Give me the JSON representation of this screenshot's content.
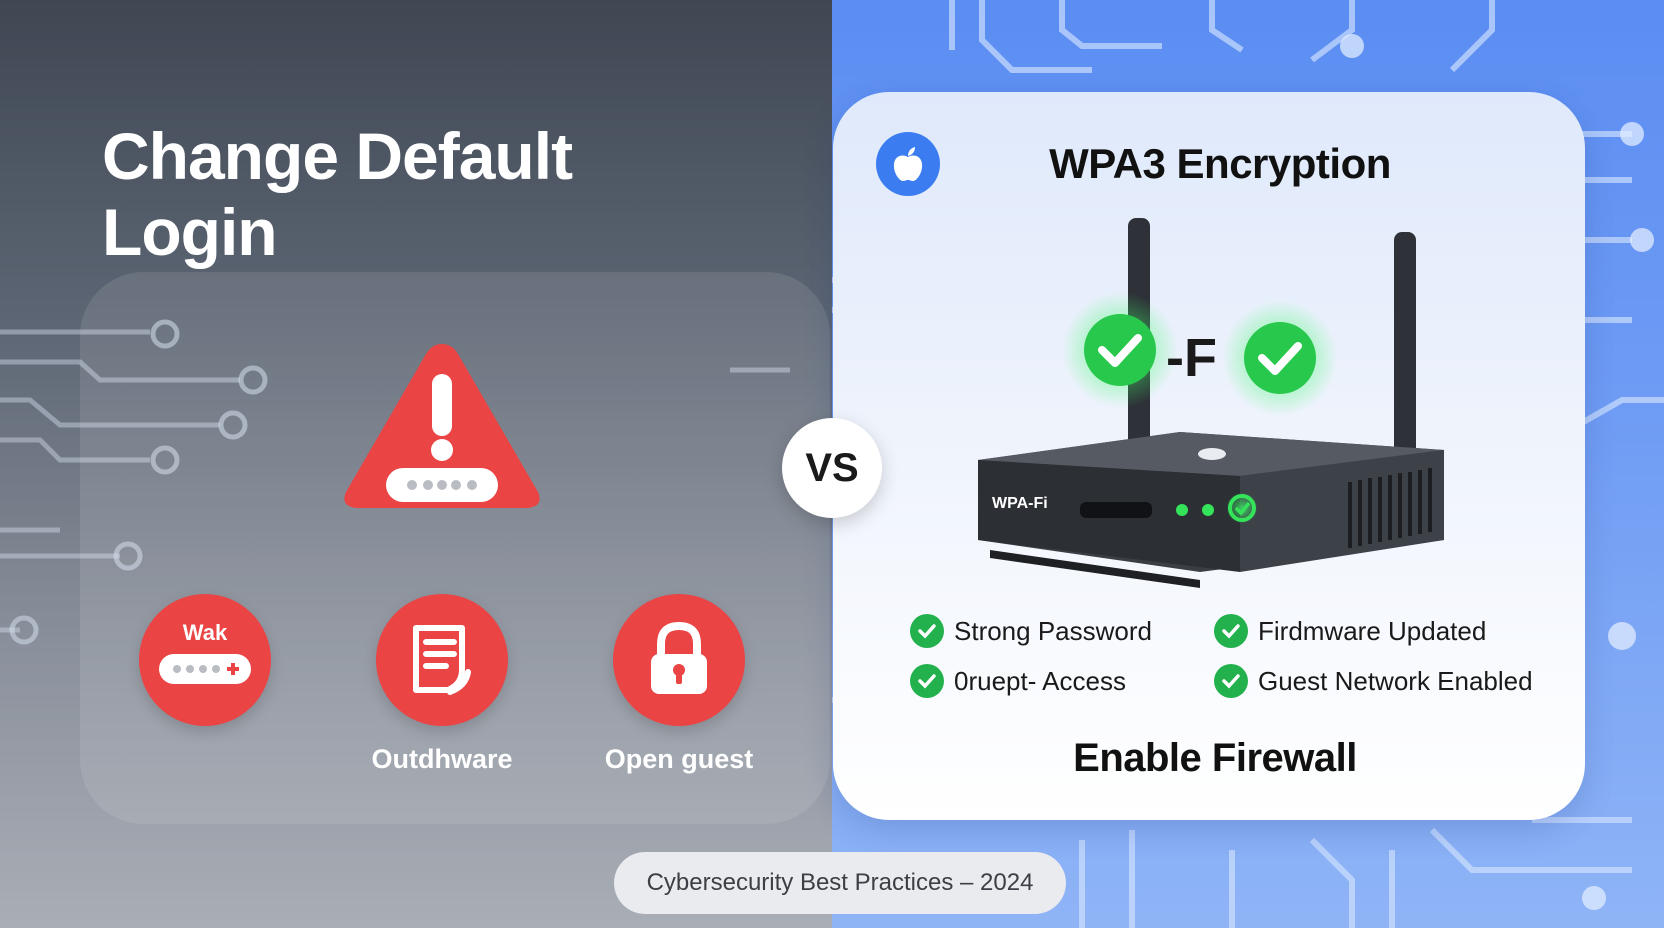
{
  "left": {
    "title": "Change Default Login",
    "risks": [
      {
        "icon": "password-badge-icon",
        "label": "Wak",
        "caption": ""
      },
      {
        "icon": "document-icon",
        "label": "",
        "caption": "Outdhware"
      },
      {
        "icon": "padlock-icon",
        "label": "",
        "caption": "Open guest"
      }
    ]
  },
  "vs_label": "VS",
  "right": {
    "brand_icon": "apple-icon",
    "title": "WPA3 Encryption",
    "router": {
      "overlay_text": "-F",
      "front_label": "WPA-Fi"
    },
    "features": [
      "Strong Password",
      "Firdmware Updated",
      "0ruept- Access",
      "Guest Network Enabled"
    ],
    "bottom_text": "Enable Firewall"
  },
  "footer": "Cybersecurity Best Practices – 2024",
  "colors": {
    "danger": "#ea4444",
    "success": "#22b14c",
    "accent": "#3b7df0"
  }
}
